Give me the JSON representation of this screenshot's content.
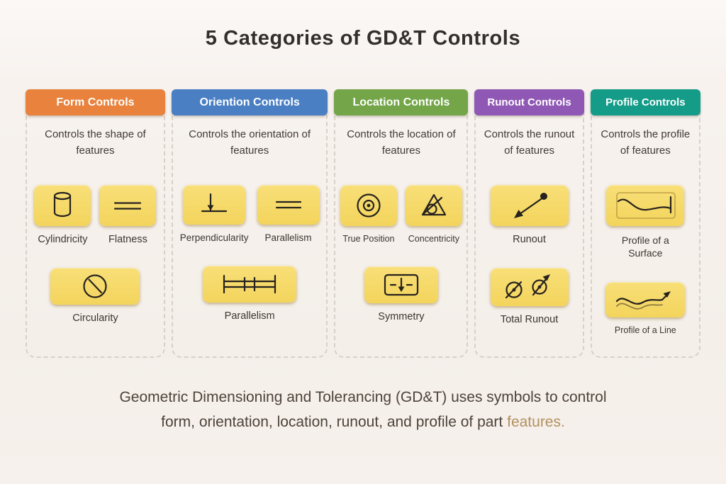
{
  "title": "5 Categories of GD&T Controls",
  "columns": [
    {
      "header": "Form Controls",
      "header_color": "#e8823d",
      "description": "Controls the shape of features",
      "symbols": [
        {
          "label": "Cylindricity"
        },
        {
          "label": "Flatness"
        },
        {
          "label": "Circularity"
        }
      ]
    },
    {
      "header": "Oriention Controls",
      "header_color": "#4a7fc4",
      "description": "Controls the orientation of features",
      "symbols": [
        {
          "label": "Perpendicularity"
        },
        {
          "label": "Parallelism"
        },
        {
          "label": "Parallelism"
        }
      ]
    },
    {
      "header": "Location Controls",
      "header_color": "#74a649",
      "description": "Controls the location of features",
      "symbols": [
        {
          "label": "True Position"
        },
        {
          "label": "Concentricity"
        },
        {
          "label": "Symmetry"
        }
      ]
    },
    {
      "header": "Runout Controls",
      "header_color": "#8f58b5",
      "description": "Controls the runout of features",
      "symbols": [
        {
          "label": "Runout"
        },
        {
          "label": "Total Runout"
        }
      ]
    },
    {
      "header": "Profile Controls",
      "header_color": "#149c89",
      "description": "Controls the profile of features",
      "symbols": [
        {
          "label": "Profile of a Surface"
        },
        {
          "label": "Profile of a Line"
        }
      ]
    }
  ],
  "colors": {
    "card_background": "#f5d863",
    "symbol_stroke": "#26221e",
    "footer_accent": "#b2905f"
  },
  "footer": {
    "line1": "Geometric Dimensioning and Tolerancing (GD&T) uses symbols to control",
    "line2": "form, orientation, location, runout, and profile of part",
    "line2_accent": "features."
  }
}
